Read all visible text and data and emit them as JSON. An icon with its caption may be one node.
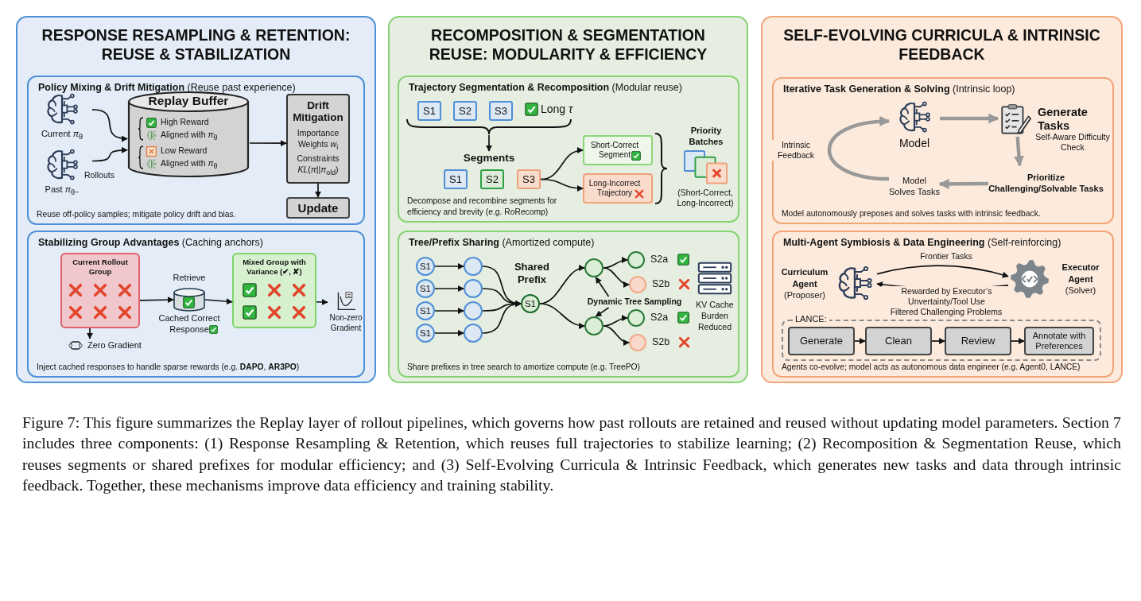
{
  "diagram": {
    "caption": "Figure 7: This figure summarizes the Replay layer of rollout pipelines, which governs how past rollouts are retained and reused without updating model parameters. Section 7 includes three components: (1) Response Resampling & Retention, which reuses full trajectories to stabilize learning; (2) Recomposition & Segmentation Reuse, which reuses segments or shared prefixes for modular efficiency; and (3) Self-Evolving Curricula & Intrinsic Feedback, which generates new tasks and data through intrinsic feedback. Together, these mechanisms improve data efficiency and training stability.",
    "nodes": [
      {
        "text": [
          "RESPONSE RESAMPLING & RETENTION: REUSE & STABILIZATION"
        ]
      },
      {
        "text": [
          "**Policy Mixing & Drift Mitigation** (Reuse past experience)",
          "Reuse off-policy samples; mitigate policy drift and bias."
        ],
        "in": 0
      },
      {
        "text": [
          "Current *π*$_{θ}$"
        ],
        "in": 1
      },
      {
        "text": [
          "Past *π*$_{θ−}$"
        ],
        "in": 1
      },
      {
        "text": [
          "Replay Buffer",
          "High Reward",
          "Aligned with *π*$_{θ}$",
          "Low Reward",
          "Aligned with *π*$_{θ}$"
        ],
        "in": 1
      },
      {
        "text": [
          "Drift Mitigation",
          "Importance Weights *w*$_{i}$",
          "Constraints *KL*(*π*||*π*$_{old}$)"
        ],
        "in": 1
      },
      {
        "text": [
          "Update"
        ],
        "in": 1
      },
      {
        "text": [
          "**Stabilizing Group Advantages** (Caching anchors)",
          "Inject cached responses to handle sparse rewards (e.g. **DAPO**, **AR3PO**)"
        ],
        "in": 0
      },
      {
        "text": [
          "Current Rollout Group"
        ],
        "in": 7
      },
      {
        "text": [],
        "shape": "cylinder",
        "beside": [
          "Retrieve",
          "Cached Correct Response"
        ],
        "in": 7
      },
      {
        "text": [
          "Mixed Group with Variance (✔, ✘)"
        ],
        "in": 7
      },
      {
        "text": [
          "Non-zero Gradient"
        ],
        "in": 7
      },
      {
        "text": [
          "Zero Gradient"
        ],
        "in": 7
      },
      {
        "text": [
          "RECOMPOSITION & SEGMENTATION REUSE: MODULARITY & EFFICIENCY"
        ]
      },
      {
        "text": [
          "**Trajectory Segmentation & Recomposition** (Modular reuse)",
          "Decompose and recombine segments for efficiency and brevity (e.g. RoRecomp)"
        ],
        "in": 13
      },
      {
        "text": [
          "S1"
        ],
        "in": 14
      },
      {
        "text": [
          "S2"
        ],
        "in": 14
      },
      {
        "text": [
          "S3"
        ],
        "in": 14
      },
      {
        "text": [
          "Segments"
        ],
        "in": 14
      },
      {
        "text": [
          "S1"
        ],
        "in": 14
      },
      {
        "text": [
          "S2"
        ],
        "in": 14
      },
      {
        "text": [
          "S3"
        ],
        "in": 14
      },
      {
        "text": [
          "Short-Correct Segment"
        ],
        "in": 14
      },
      {
        "text": [
          "Long-Incorrect Trajectory"
        ],
        "in": 14
      },
      {
        "text": [
          "Priority Batches"
        ],
        "beside": [
          "(Short-Correct, Long-Incorrect)"
        ],
        "in": 14
      },
      {
        "text": [
          "**Tree/Prefix Sharing** (Amortized compute)",
          "Share prefixes in tree search to amortize compute (e.g. TreePO)"
        ],
        "in": 13
      },
      {
        "text": [
          "S1"
        ],
        "in": 25
      },
      {
        "text": [
          "S1"
        ],
        "in": 25
      },
      {
        "text": [
          "S1"
        ],
        "in": 25
      },
      {
        "text": [
          "S1"
        ],
        "in": 25
      },
      {
        "text": [],
        "shape": "circle",
        "in": 25
      },
      {
        "text": [],
        "shape": "circle",
        "in": 25
      },
      {
        "text": [],
        "shape": "circle",
        "in": 25
      },
      {
        "text": [],
        "shape": "circle",
        "in": 25
      },
      {
        "text": [
          "S1"
        ],
        "beside": [
          "Shared Prefix"
        ],
        "in": 25
      },
      {
        "text": [],
        "shape": "circle",
        "in": 25
      },
      {
        "text": [],
        "shape": "circle",
        "in": 25
      },
      {
        "text": [],
        "shape": "circle",
        "beside": [
          "S2a"
        ],
        "in": 25
      },
      {
        "text": [],
        "shape": "circle",
        "beside": [
          "S2b"
        ],
        "in": 25
      },
      {
        "text": [],
        "shape": "circle",
        "beside": [
          "S2a"
        ],
        "in": 25
      },
      {
        "text": [],
        "shape": "circle",
        "beside": [
          "S2b"
        ],
        "in": 25
      },
      {
        "text": [
          "Dynamic Tree Sampling"
        ],
        "in": 25
      },
      {
        "text": [
          "KV Cache Burden Reduced"
        ],
        "in": 25
      },
      {
        "text": [
          "SELF-EVOLVING CURRICULA & INTRINSIC FEEDBACK"
        ]
      },
      {
        "text": [
          "**Iterative Task Generation & Solving** (Intrinsic loop)",
          "Model autonomously preposes and solves tasks with intrinsic feedback."
        ],
        "in": 43
      },
      {
        "text": [
          "Model"
        ],
        "in": 44
      },
      {
        "text": [
          "Generate Tasks"
        ],
        "beside": [
          "Self-Aware Difficulty Check"
        ],
        "in": 44
      },
      {
        "text": [
          "Prioritize Challenging/Solvable Tasks"
        ],
        "in": 44
      },
      {
        "text": [
          "Model Solves Tasks"
        ],
        "in": 44
      },
      {
        "text": [
          "**Multi-Agent Symbiosis & Data Engineering** (Self-reinforcing)",
          "Agents co-evolve; model acts as autonomous data engineer (e.g. Agent0, LANCE)"
        ],
        "in": 43
      },
      {
        "text": [
          "Curriculum Agent",
          "(Proposer)"
        ],
        "in": 49
      },
      {
        "text": [
          "Executor Agent",
          "(Solver)"
        ],
        "in": 49
      },
      {
        "text": [
          "LANCE:"
        ],
        "in": 49
      },
      {
        "text": [
          "Generate"
        ],
        "in": 52
      },
      {
        "text": [
          "Clean"
        ],
        "in": 52
      },
      {
        "text": [
          "Review"
        ],
        "in": 52
      },
      {
        "text": [
          "Annotate with Preferences"
        ],
        "in": 52
      }
    ],
    "edges": [
      {
        "from": 2,
        "to": 4,
        "arrow": "to"
      },
      {
        "from": 3,
        "to": 4,
        "arrow": "to",
        "label": "Rollouts"
      },
      {
        "from": 4,
        "to": 5,
        "arrow": "to"
      },
      {
        "from": 5,
        "to": 6,
        "arrow": "to"
      },
      {
        "from": 8,
        "to": 9,
        "arrow": "to"
      },
      {
        "from": 9,
        "to": 10,
        "arrow": "to"
      },
      {
        "from": 10,
        "to": 11,
        "arrow": "to"
      },
      {
        "from": 8,
        "to": 12,
        "arrow": "to"
      },
      {
        "from": null,
        "to": 18,
        "arrow": "to"
      },
      {
        "from": 21,
        "to": 22,
        "arrow": "to"
      },
      {
        "from": 21,
        "to": 23,
        "arrow": "to"
      },
      {
        "from": 26,
        "to": 30,
        "arrow": "to"
      },
      {
        "from": 27,
        "to": 31,
        "arrow": "to"
      },
      {
        "from": 28,
        "to": 32,
        "arrow": "to"
      },
      {
        "from": 29,
        "to": 33,
        "arrow": "to"
      },
      {
        "from": 30,
        "to": 34,
        "arrow": "to"
      },
      {
        "from": 31,
        "to": 34,
        "arrow": "to"
      },
      {
        "from": 32,
        "to": 34,
        "arrow": "to"
      },
      {
        "from": 33,
        "to": 34,
        "arrow": "to"
      },
      {
        "from": 34,
        "to": 35,
        "arrow": "to"
      },
      {
        "from": 34,
        "to": 36,
        "arrow": "to"
      },
      {
        "from": 35,
        "to": 37,
        "arrow": "to"
      },
      {
        "from": 35,
        "to": 38,
        "arrow": "to"
      },
      {
        "from": 36,
        "to": 39,
        "arrow": "to"
      },
      {
        "from": 36,
        "to": 40,
        "arrow": "to"
      },
      {
        "from": 41,
        "to": 35,
        "arrow": "to"
      },
      {
        "from": 41,
        "to": 36,
        "arrow": "to"
      },
      {
        "from": 45,
        "to": 46,
        "arrow": "to",
        "style": "thick",
        "color": "#999999"
      },
      {
        "from": 46,
        "to": 47,
        "arrow": "to",
        "style": "thick",
        "color": "#999999"
      },
      {
        "from": 47,
        "to": 48,
        "arrow": "to",
        "style": "thick",
        "color": "#999999"
      },
      {
        "from": 48,
        "to": 45,
        "arrow": "to",
        "label": "Intrinsic Feedback",
        "style": "thick",
        "color": "#999999"
      },
      {
        "from": 50,
        "to": 51,
        "arrow": "to",
        "label": "Frontier Tasks"
      },
      {
        "from": 51,
        "to": 50,
        "arrow": "to",
        "label": "Rewarded by Executor’s Unvertainty/Tool Use"
      },
      {
        "from": 53,
        "to": 54,
        "arrow": "to"
      },
      {
        "from": 54,
        "to": 55,
        "arrow": "to"
      },
      {
        "from": 55,
        "to": 56,
        "arrow": "to"
      }
    ],
    "labels": [
      "Long *τ*",
      "Filtered Challenging Problems"
    ]
  }
}
